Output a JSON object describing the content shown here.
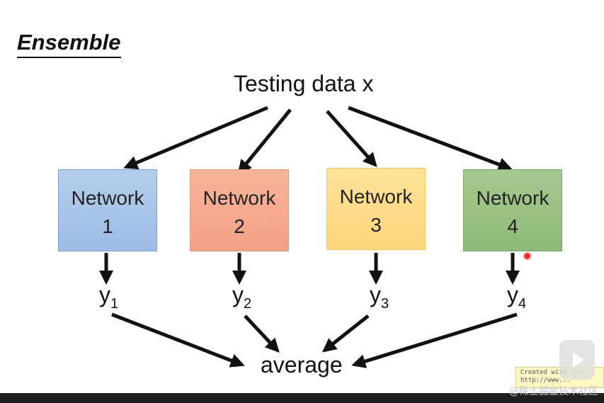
{
  "slide": {
    "title": "Ensemble",
    "input_label": "Testing data x",
    "networks": [
      {
        "word": "Network",
        "number": "1",
        "color": "#9dbde6"
      },
      {
        "word": "Network",
        "number": "2",
        "color": "#f3a185"
      },
      {
        "word": "Network",
        "number": "3",
        "color": "#fdd57a"
      },
      {
        "word": "Network",
        "number": "4",
        "color": "#8fb978"
      }
    ],
    "outputs": [
      {
        "symbol": "y",
        "sub": "1"
      },
      {
        "symbol": "y",
        "sub": "2"
      },
      {
        "symbol": "y",
        "sub": "3"
      },
      {
        "symbol": "y",
        "sub": "4"
      }
    ],
    "combine_label": "average"
  },
  "overlays": {
    "stamp_line1": "Created with ...",
    "stamp_line2": "http://www...",
    "watermark": "@稀土掘金技术社区"
  }
}
